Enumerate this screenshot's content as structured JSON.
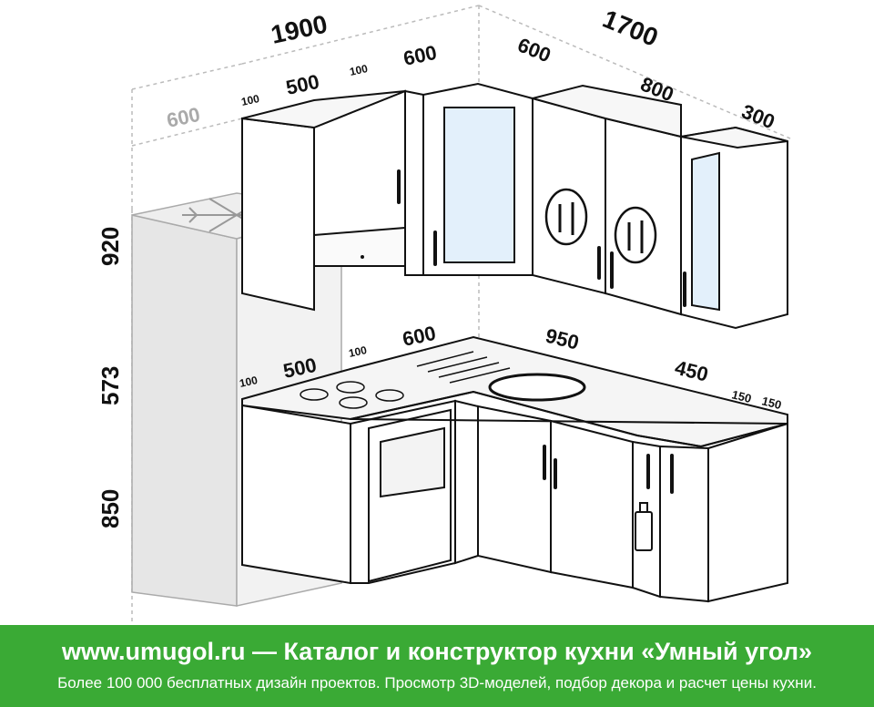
{
  "dimensions": {
    "left_total": "1900",
    "right_total": "1700",
    "fridge_depth": "600",
    "upper_left_gap": "100",
    "upper_left_width": "500",
    "upper_left_gap2": "100",
    "upper_corner_left": "600",
    "upper_corner_right": "600",
    "upper_right_width": "800",
    "upper_right_end": "300",
    "height_upper": "920",
    "height_mid": "573",
    "height_lower": "850",
    "lower_gap_left": "100",
    "lower_width_left": "500",
    "lower_gap": "100",
    "lower_corner": "600",
    "lower_sink": "950",
    "lower_right": "450",
    "lower_end1": "150",
    "lower_end2": "150"
  },
  "banner": {
    "title": "www.umugol.ru  —  Каталог и конструктор кухни «Умный угол»",
    "subtitle": "Более 100 000 бесплатных дизайн проектов. Просмотр 3D-моделей, подбор декора и расчет цены кухни."
  },
  "colors": {
    "banner": "#3aaa35",
    "line": "#111111",
    "fridge": "#e6e6e6",
    "glass": "#e3f0fb"
  }
}
